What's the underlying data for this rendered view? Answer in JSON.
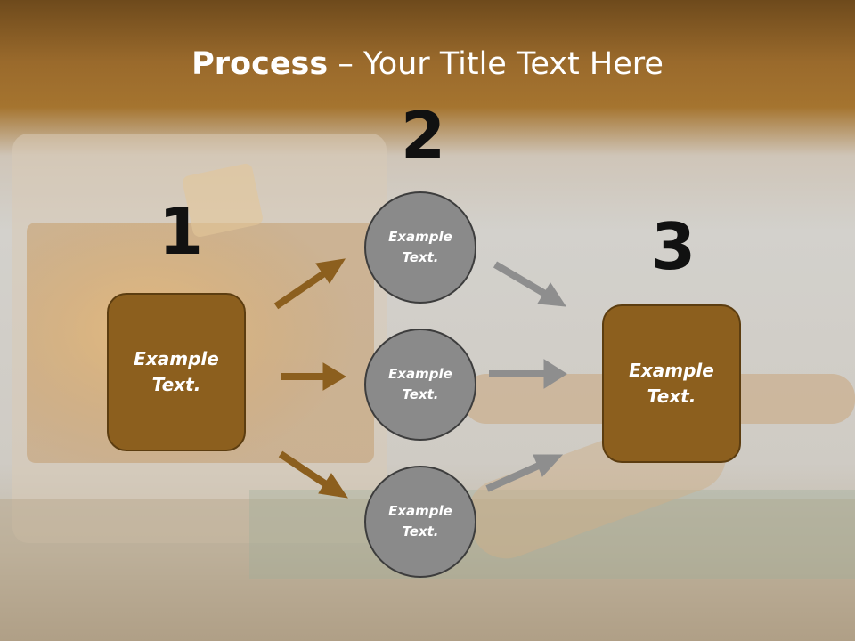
{
  "title": {
    "bold": "Process",
    "dash": " – ",
    "rest": "Your Title Text Here"
  },
  "steps": [
    {
      "number": "1",
      "line1": "Example",
      "line2": "Text."
    },
    {
      "number": "2"
    },
    {
      "number": "3",
      "line1": "Example",
      "line2": "Text."
    }
  ],
  "circles": [
    {
      "line1": "Example",
      "line2": "Text."
    },
    {
      "line1": "Example",
      "line2": "Text."
    },
    {
      "line1": "Example",
      "line2": "Text."
    }
  ],
  "colors": {
    "box_fill": "#8c5f1e",
    "box_border": "#5c3d10",
    "circle_fill": "#8a8a8a",
    "arrow_brown": "#8c5f1e",
    "arrow_gray": "#8e8e8e",
    "header_band": "#a5742f"
  },
  "icons": {
    "arrow": "arrow-icon"
  }
}
